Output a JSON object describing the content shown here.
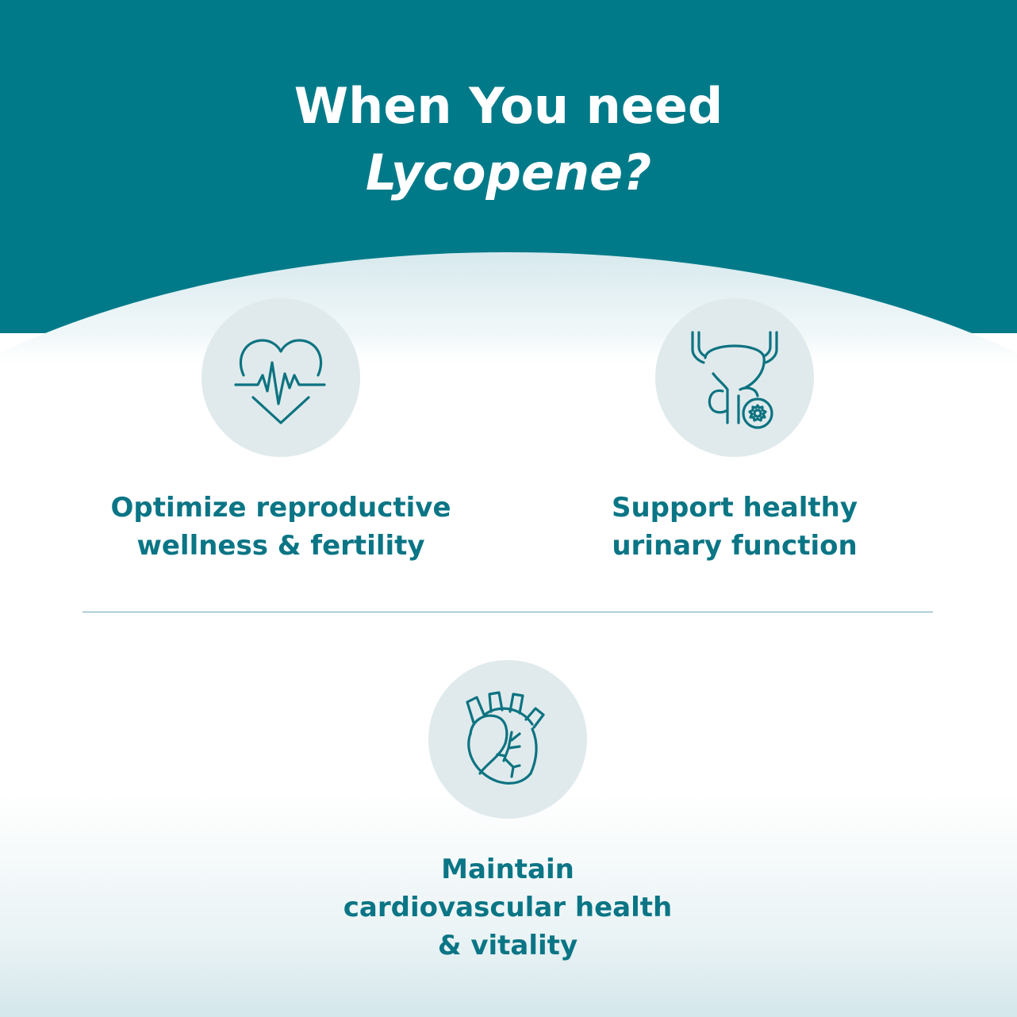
{
  "header": {
    "title_line1": "When You need",
    "title_line2": "Lycopene?",
    "background_color": "#007a89"
  },
  "benefits": [
    {
      "icon": "heartbeat-icon",
      "lines": [
        "Optimize reproductive",
        "wellness & fertility"
      ]
    },
    {
      "icon": "urinary-system-icon",
      "lines": [
        "Support healthy",
        "urinary function"
      ]
    },
    {
      "icon": "anatomical-heart-icon",
      "lines": [
        "Maintain",
        "cardiovascular health",
        "& vitality"
      ]
    }
  ],
  "colors": {
    "accent": "#0a7585",
    "circle": "#e0eaec",
    "icon_stroke": "#0d7381"
  }
}
